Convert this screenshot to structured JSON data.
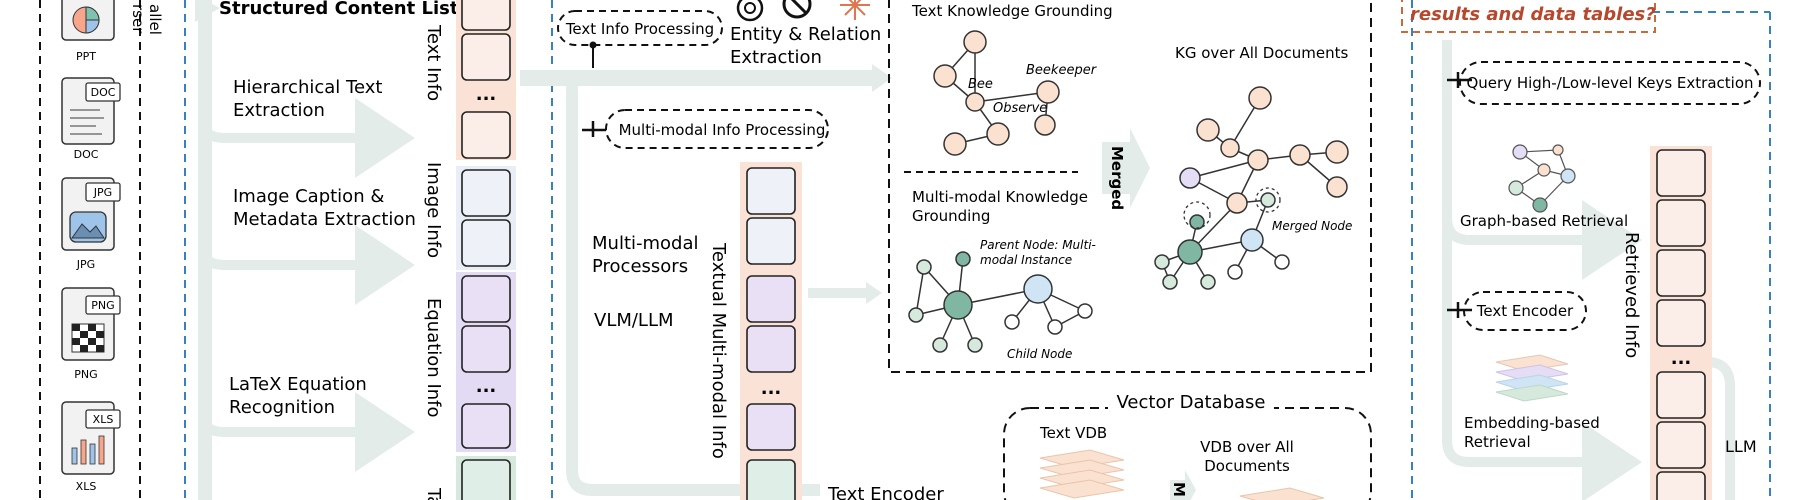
{
  "file_types": [
    {
      "label": "PPT",
      "tag": ""
    },
    {
      "label": "DOC",
      "tag": "DOC"
    },
    {
      "label": "JPG",
      "tag": "JPG"
    },
    {
      "label": "PNG",
      "tag": "PNG"
    },
    {
      "label": "XLS",
      "tag": "XLS"
    }
  ],
  "parser": {
    "label_a": "allel",
    "label_b": "rser"
  },
  "extraction": {
    "title": "Structured Content List",
    "hierarchical_text": [
      "Hierarchical Text",
      "Extraction"
    ],
    "image_caption": [
      "Image Caption &",
      "Metadata Extraction"
    ],
    "latex": [
      "LaTeX Equation",
      "Recognition"
    ]
  },
  "content_list": {
    "text_info": "Text Info",
    "image_info": "Image Info",
    "equation_info": "Equation Info",
    "table_info_partial": "Ta",
    "ellipsis": "..."
  },
  "processing": {
    "text_info_processing": "Text Info Processing",
    "entity_relation": [
      "Entity & Relation",
      "Extraction"
    ],
    "multimodal_info_processing": "Multi-modal Info Processing",
    "multimodal_processors": [
      "Multi-modal",
      "Processors"
    ],
    "vlm_llm": "VLM/LLM",
    "textual_multimodal_info": "Textual Multi-modal Info",
    "text_encoder": "Text Encoder"
  },
  "knowledge_graph": {
    "text_grounding": "Text Knowledge Grounding",
    "bee": "Bee",
    "beekeeper": "Beekeeper",
    "observe": "Observe",
    "kg_all_docs": "KG over All Documents",
    "merged": "Merged",
    "mm_grounding": [
      "Multi-modal Knowledge",
      "Grounding"
    ],
    "parent_node": [
      "Parent Node: Multi-",
      "modal Instance"
    ],
    "child_node": "Child Node",
    "merged_node": "Merged Node"
  },
  "vector_db": {
    "title": "Vector Database",
    "text_vdb": "Text VDB",
    "vdb_all_docs": [
      "VDB over All",
      "Documents"
    ],
    "merged_partial": "M"
  },
  "retrieval": {
    "question": "results and data tables?",
    "query_keys": "Query High-/Low-level Keys Extraction",
    "graph_retrieval": "Graph-based Retrieval",
    "text_encoder": "Text Encoder",
    "embedding_retrieval": [
      "Embedding-based",
      "Retrieval"
    ],
    "retrieved_info": "Retrieved Info",
    "llm": "LLM",
    "ellipsis": "..."
  },
  "colors": {
    "arrow": "#e3ece8",
    "text_box": "#fbeee8",
    "image_box": "#eef2f8",
    "equation_box": "#e9e0f5",
    "table_box": "#dfeee6",
    "column_bg": "#fae3d6",
    "node_peach": "#fbe1d0",
    "node_green": "#7fb7a3",
    "node_blue": "#cfe5f5",
    "node_purple": "#e5dcf5",
    "orange_box": "#c86a3a",
    "blue_dash": "#3a7fc0"
  }
}
